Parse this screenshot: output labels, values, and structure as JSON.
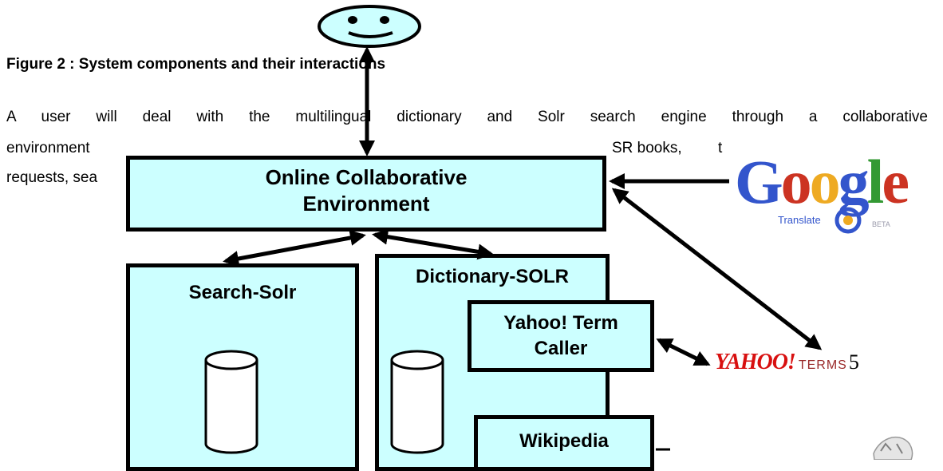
{
  "caption": "Figure 2 : System components and their interactions",
  "paragraph": {
    "line1": "A user will deal with the multilingual dictionary and Solr search engine through a collaborative",
    "line2_start": "environment",
    "line2_mid": "SR books,",
    "line2_end": "t",
    "line3_start": "requests, sea"
  },
  "diagram": {
    "online_env_label_1": "Online Collaborative",
    "online_env_label_2": "Environment",
    "search_label": "Search-Solr",
    "dict_label": "Dictionary-SOLR",
    "yahoo_caller_label_1": "Yahoo! Term",
    "yahoo_caller_label_2": "Caller",
    "wiki_label": "Wikipedia"
  },
  "logos": {
    "google": "Google",
    "google_sub": "Translate",
    "google_beta": "BETA",
    "yahoo": "YAHOO!",
    "yahoo_terms": "TERMS"
  },
  "page_number": "5",
  "colors": {
    "box_fill": "#ccffff",
    "google_blue": "#3355cc",
    "google_red": "#cc3322",
    "google_yellow": "#eeaa22",
    "google_green": "#339933",
    "yahoo_red": "#d81010"
  }
}
